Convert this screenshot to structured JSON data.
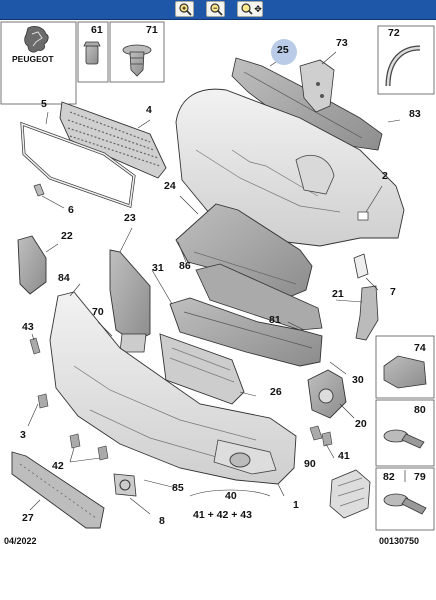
{
  "toolbar": {
    "buttons": [
      {
        "icon": "zoom-in-icon",
        "symbol": "+"
      },
      {
        "icon": "zoom-out-icon",
        "symbol": "−"
      },
      {
        "icon": "zoom-pan-icon",
        "symbol": "✥"
      }
    ],
    "bar_color": "#1e57a8"
  },
  "logo": {
    "text": "PEUGEOT"
  },
  "callouts": {
    "p61": "61",
    "p71": "71",
    "p72": "72",
    "p25": "25",
    "p73": "73",
    "p5": "5",
    "p4": "4",
    "p83": "83",
    "p2": "2",
    "p6": "6",
    "p24": "24",
    "p22": "22",
    "p23": "23",
    "p86": "86",
    "p7": "7",
    "p84": "84",
    "p31": "31",
    "p21": "21",
    "p43": "43",
    "p70": "70",
    "p81": "81",
    "p74": "74",
    "p30": "30",
    "p26": "26",
    "p80": "80",
    "p3": "3",
    "p20": "20",
    "p41": "41",
    "p42": "42",
    "p90": "90",
    "p82": "82",
    "p79": "79",
    "p85": "85",
    "p40": "40",
    "p1": "1",
    "p27": "27",
    "p8": "8"
  },
  "formula": "41 + 42 + 43",
  "footer": {
    "date": "04/2022",
    "ref": "00130750"
  },
  "highlight_color": "#b9cbe6"
}
